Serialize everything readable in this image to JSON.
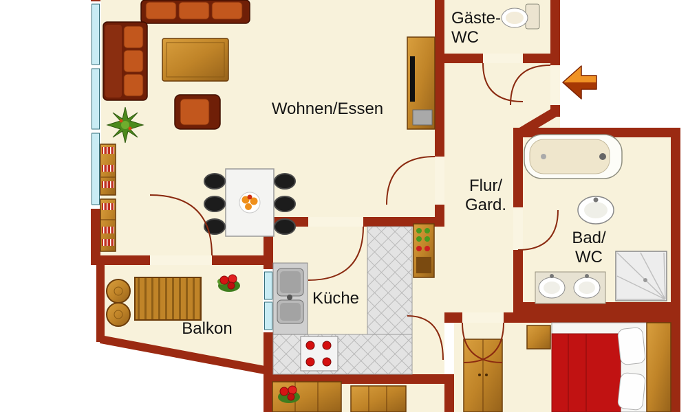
{
  "rooms": {
    "living": {
      "label": "Wohnen/Essen"
    },
    "kitchen": {
      "label": "Küche"
    },
    "balcony": {
      "label": "Balkon"
    },
    "guest_wc": {
      "line1": "Gäste-",
      "line2": "WC"
    },
    "hall": {
      "line1": "Flur/",
      "line2": "Gard."
    },
    "bath": {
      "line1": "Bad/",
      "line2": "WC"
    }
  },
  "entrance": {
    "arrow_direction": "left"
  },
  "colors": {
    "wall": "#9b2a12",
    "floor": "#f8f2db",
    "window": "#c9ecf4",
    "wood": "#c08428",
    "sofa": "#6f1f07",
    "sofa_cushion": "#c2571d",
    "counter_tile": "#e3e3e3",
    "bed_blanket": "#c11212",
    "entrance_arrow": "#ec8a1c",
    "flower": "#d61414",
    "plant": "#4c8a1d"
  }
}
